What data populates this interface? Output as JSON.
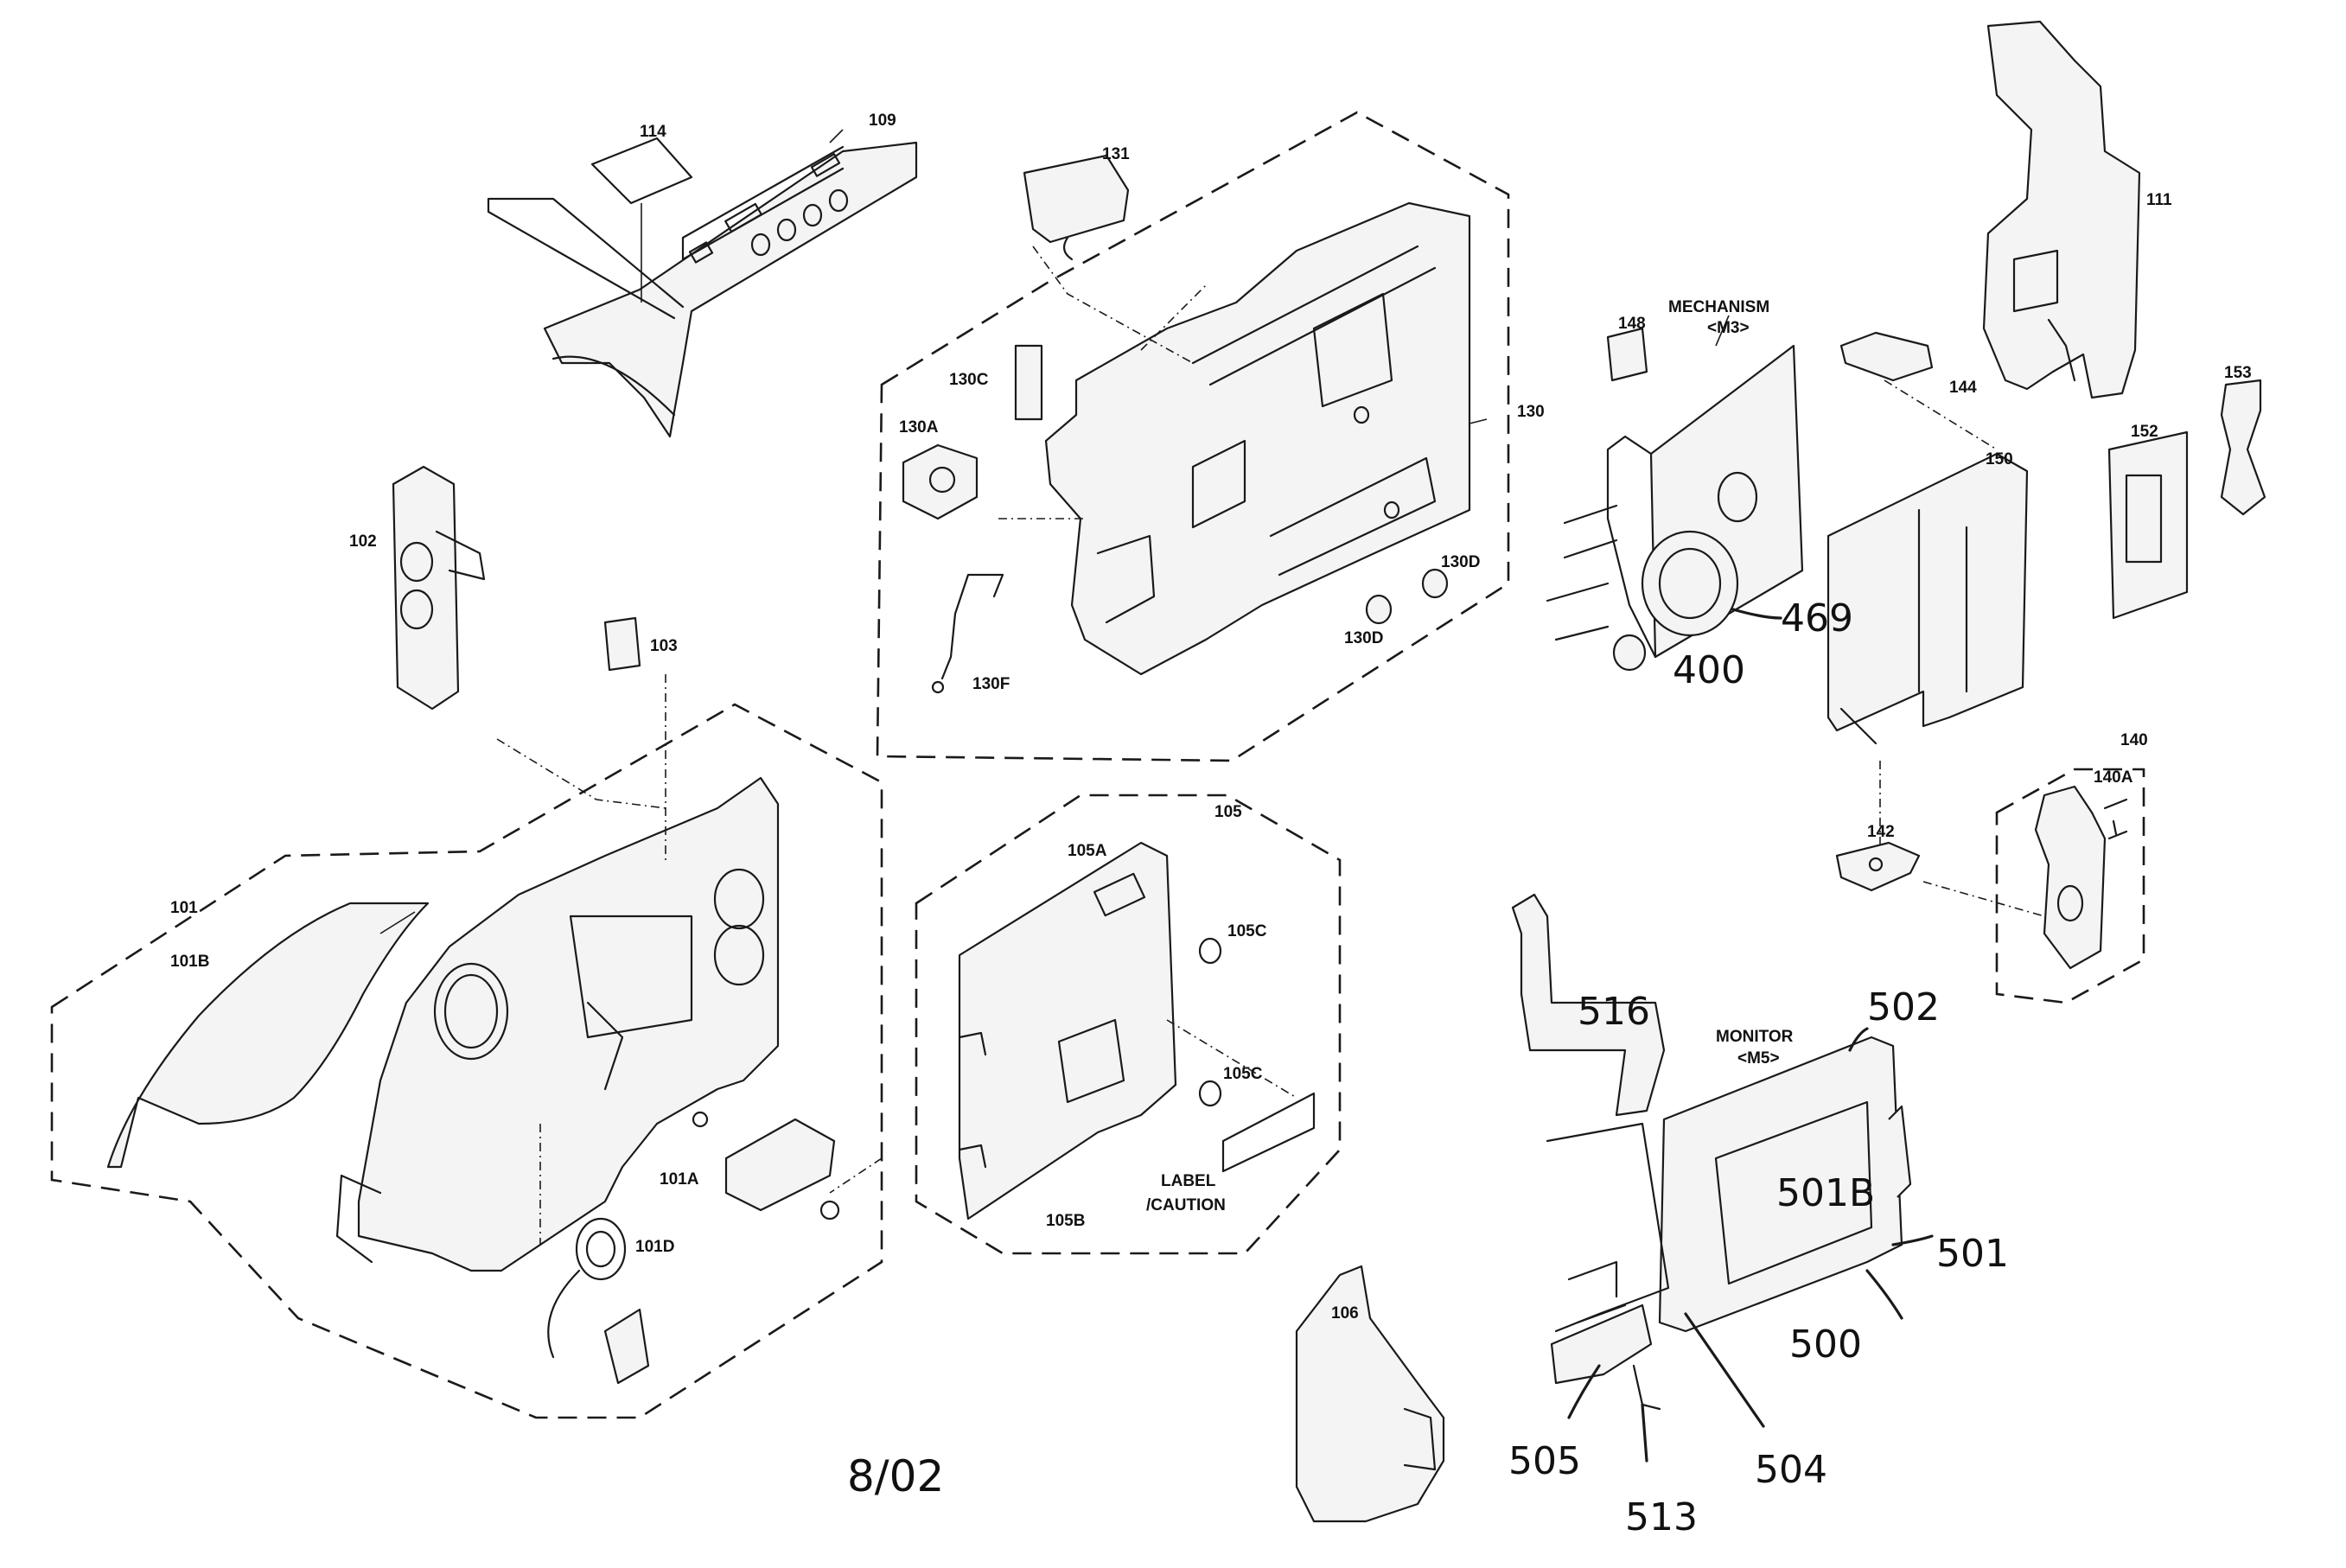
{
  "diagram": {
    "date_note": "8/02",
    "labels": {
      "l101": "101",
      "l101A": "101A",
      "l101B": "101B",
      "l101D": "101D",
      "l102": "102",
      "l103": "103",
      "l105": "105",
      "l105A": "105A",
      "l105B": "105B",
      "l105C_1": "105C",
      "l105C_2": "105C",
      "l106": "106",
      "l109": "109",
      "l111": "111",
      "l114": "114",
      "l130": "130",
      "l130A": "130A",
      "l130C": "130C",
      "l130D_1": "130D",
      "l130D_2": "130D",
      "l130F": "130F",
      "l131": "131",
      "l140": "140",
      "l140A": "140A",
      "l142": "142",
      "l144": "144",
      "l148": "148",
      "l150": "150",
      "l152": "152",
      "l153": "153",
      "label_caution_1": "LABEL",
      "label_caution_2": "/CAUTION",
      "mechanism_1": "MECHANISM",
      "mechanism_2": "<M3>",
      "monitor_1": "MONITOR",
      "monitor_2": "<M5>"
    },
    "handwritten": {
      "h400": "400",
      "h469": "469",
      "h500": "500",
      "h501": "501",
      "h501B": "501B",
      "h502": "502",
      "h504": "504",
      "h505": "505",
      "h513": "513",
      "h516": "516"
    }
  }
}
